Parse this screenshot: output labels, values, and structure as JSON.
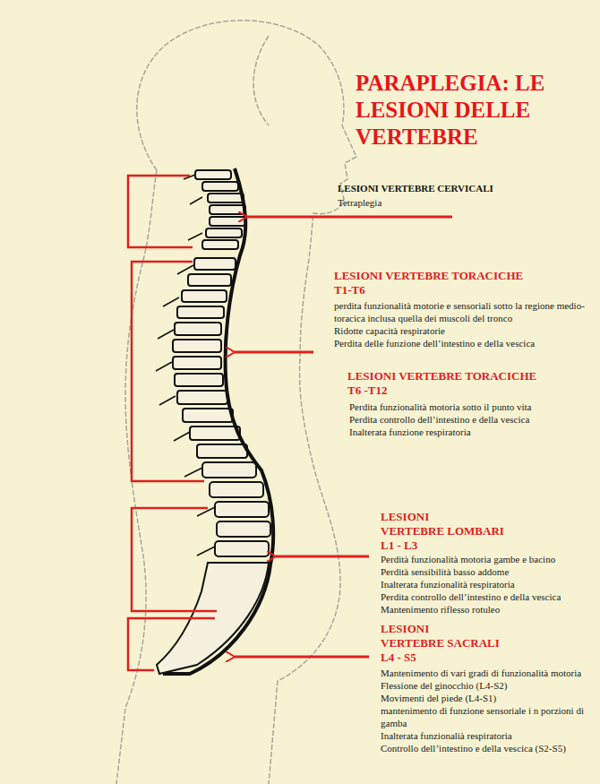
{
  "diagram": {
    "title": "PARAPLEGIA: LE LESIONI DELLE VERTEBRE",
    "labels": [
      "LESIONI VERTEBRE CERVICALI",
      "Tetraplegia",
      "LESIONI VERTEBRE TORACICHE",
      "T1-T6",
      "perdita funzionalità motorie e sensoriali sotto la regione medio-toracica inclusa quella dei muscoli del tronco",
      "Ridotte capacità respiratorie",
      "Perdita delle funzione dell’intestino e della vescica",
      "LESIONI VERTEBRE TORACICHE",
      "T6 -T12",
      "Perdita funzionalità motoria sotto il punto vita",
      "Perdita controllo dell’intestino e della vescica",
      "Inalterata funzione respiratoria",
      "LESIONI",
      "VERTEBRE LOMBARI",
      "L1 - L3",
      "Perdità funzionalità motoria gambe e bacino",
      "Perdità sensibilità basso addome",
      "Inalterata funzionalità respiratoria",
      "Perdita controllo dell’intestino e della vescica",
      "Mantenimento riflesso rotuleo",
      "LESIONI",
      "VERTEBRE SACRALI",
      "L4 - S5",
      "Mantenimento di vari gradi di funzionalità motoria",
      "Flessione del ginocchio (L4-S2)",
      "Movimenti del piede (L4-S1)",
      "mantenimento di funzione sensoriale i n porzioni di gamba",
      "Inalterata funzionalià respiratoria",
      "Controllo dell’intestino e della vescica (S2-S5)"
    ]
  }
}
